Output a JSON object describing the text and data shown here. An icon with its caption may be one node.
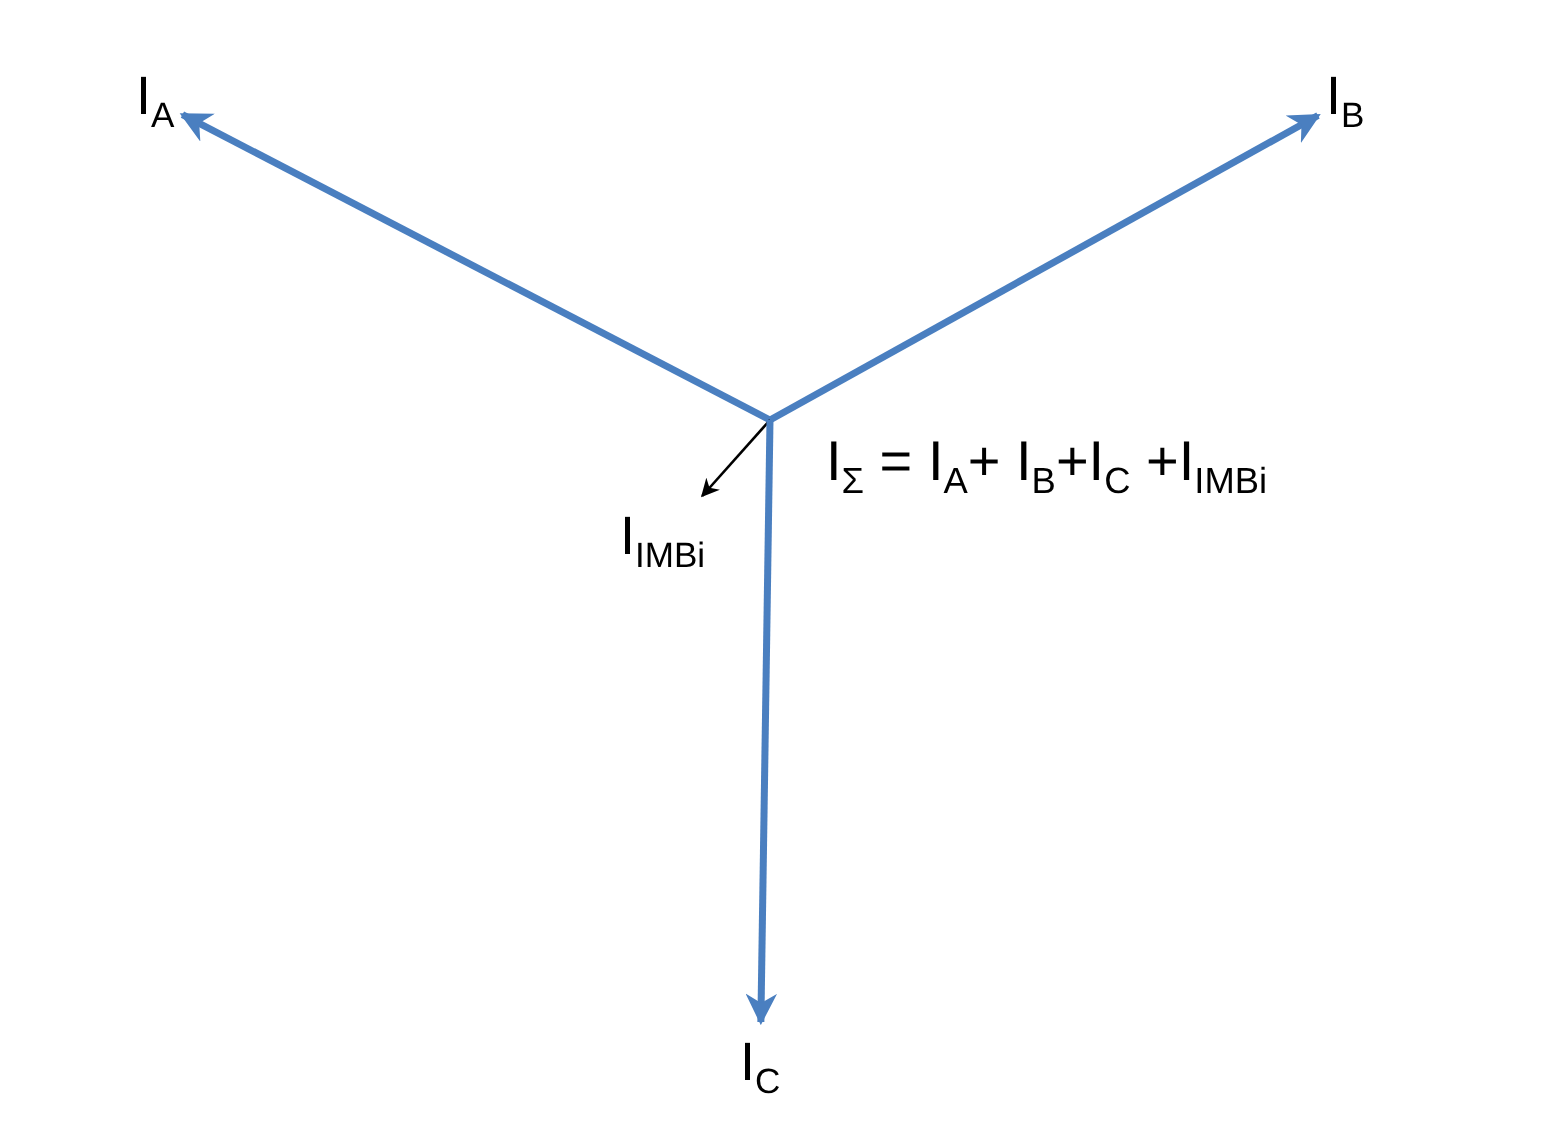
{
  "diagram": {
    "nodes": [
      {
        "text": [
          "I$_{A}$"
        ]
      },
      {
        "text": [
          "I$_{B}$"
        ]
      },
      {
        "text": [
          "I$_{IMBi}$"
        ]
      },
      {
        "text": [
          "I$_{C}$"
        ]
      }
    ],
    "edges": [
      {
        "from": null,
        "to": 0,
        "arrow": "to"
      },
      {
        "from": null,
        "to": 1,
        "arrow": "to"
      },
      {
        "from": null,
        "to": 2,
        "arrow": "to",
        "color": "#000000"
      },
      {
        "from": null,
        "to": 3,
        "arrow": "to"
      }
    ],
    "labels": [
      "I$_{Σ}$ = I$_{A}$+ I$_{B}$+I$_{C}$ +I$_{IMBi}$"
    ]
  }
}
